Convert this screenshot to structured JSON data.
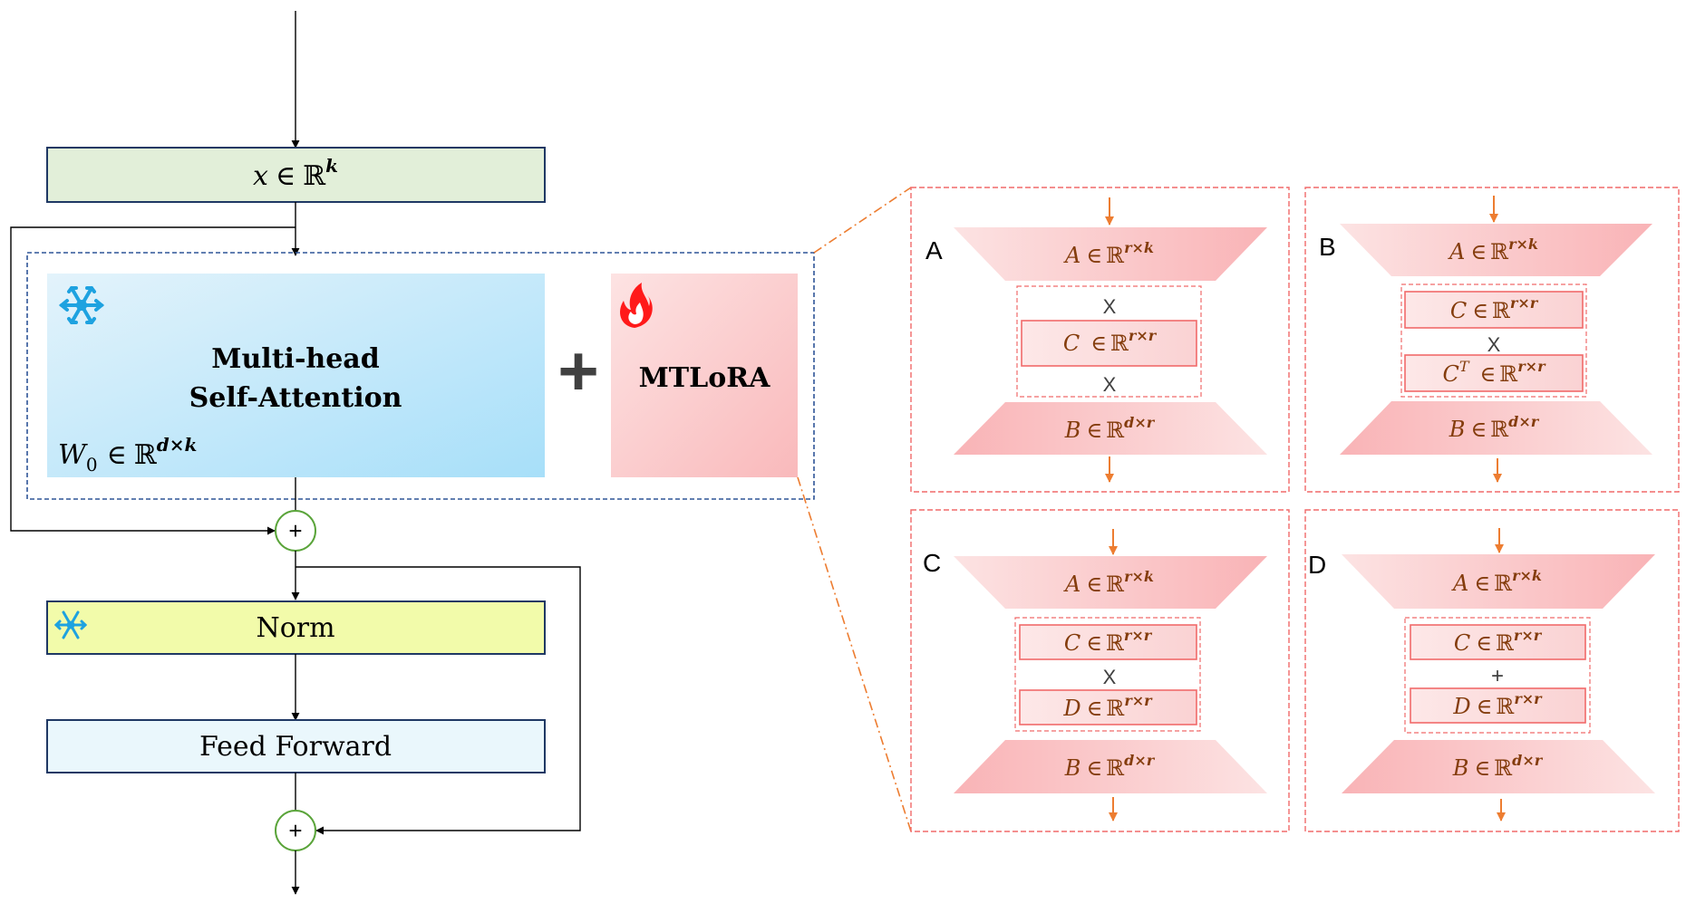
{
  "left": {
    "input_box": {
      "var": "x",
      "op": "∈",
      "set": "ℝ",
      "sup": "k"
    },
    "mhsa": {
      "line1": "Multi-head",
      "line2": "Self-Attention",
      "weight_var": "W",
      "weight_sub": "0",
      "op": "∈",
      "set": "ℝ",
      "weight_sup": "d×k"
    },
    "plus_big": "+",
    "mtlora": "MTLoRA",
    "add_symbol": "+",
    "norm": "Norm",
    "feed_forward": "Feed Forward"
  },
  "panels": [
    {
      "letter": "A",
      "top": {
        "var": "A",
        "op": "∈",
        "set": "ℝ",
        "sup": "r×k"
      },
      "bottom": {
        "var": "B",
        "op": "∈",
        "set": "ℝ",
        "sup": "d×r"
      },
      "mult_top": "X",
      "mult_bottom": "X",
      "c": {
        "var": "C",
        "op": "∈",
        "set": "ℝ",
        "sup": "r×r"
      }
    },
    {
      "letter": "B",
      "top": {
        "var": "A",
        "op": "∈",
        "set": "ℝ",
        "sup": "r×k"
      },
      "bottom": {
        "var": "B",
        "op": "∈",
        "set": "ℝ",
        "sup": "d×r"
      },
      "c": {
        "var": "C",
        "op": "∈",
        "set": "ℝ",
        "sup": "r×r"
      },
      "mult": "X",
      "ct": {
        "var": "C",
        "varsup": "T",
        "op": "∈",
        "set": "ℝ",
        "sup": "r×r"
      }
    },
    {
      "letter": "C",
      "top": {
        "var": "A",
        "op": "∈",
        "set": "ℝ",
        "sup": "r×k"
      },
      "bottom": {
        "var": "B",
        "op": "∈",
        "set": "ℝ",
        "sup": "d×r"
      },
      "c": {
        "var": "C",
        "op": "∈",
        "set": "ℝ",
        "sup": "r×r"
      },
      "mult": "X",
      "d": {
        "var": "D",
        "op": "∈",
        "set": "ℝ",
        "sup": "r×r"
      }
    },
    {
      "letter": "D",
      "top": {
        "var": "A",
        "op": "∈",
        "set": "ℝ",
        "sup": "r×k"
      },
      "bottom": {
        "var": "B",
        "op": "∈",
        "set": "ℝ",
        "sup": "d×r"
      },
      "c": {
        "var": "C",
        "op": "∈",
        "set": "ℝ",
        "sup": "r×r"
      },
      "plus": "+",
      "d": {
        "var": "D",
        "op": "∈",
        "set": "ℝ",
        "sup": "r×r"
      }
    }
  ],
  "colors": {
    "input_fill": "#e2efd9",
    "norm_fill": "#f2fbaa",
    "ff_fill": "#eaf7fc",
    "frame_blue": "#2f5597",
    "panel_red": "#f16a6a",
    "arrow_orange": "#ed7d31",
    "math_brown": "#843c0c",
    "circle_green": "#5aa43a",
    "snowflake": "#1ea2e0",
    "flame": "#ff1a1a"
  },
  "icons": {
    "frozen": "snowflake-icon",
    "trainable": "flame-icon"
  }
}
